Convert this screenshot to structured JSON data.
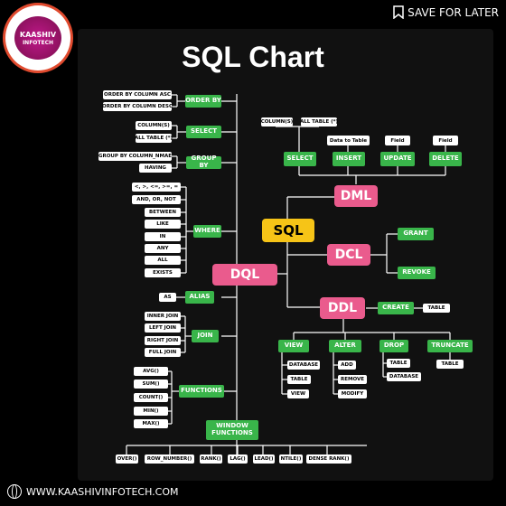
{
  "logo": {
    "line1": "KAASHIV",
    "line2": "INFOTECH"
  },
  "save_label": "SAVE FOR LATER",
  "title": "SQL Chart",
  "footer": "WWW.KAASHIVINFOTECH.COM",
  "center": "SQL",
  "categories": {
    "dml": "DML",
    "dcl": "DCL",
    "ddl": "DDL",
    "dql": "DQL"
  },
  "dml": {
    "select": {
      "label": "SELECT",
      "children": [
        "COLUMN(S)",
        "ALL TABLE (*)"
      ]
    },
    "insert": {
      "label": "INSERT",
      "child": "Data to Table"
    },
    "update": {
      "label": "UPDATE",
      "child": "Field"
    },
    "delete": {
      "label": "DELETE",
      "child": "Field"
    }
  },
  "dcl": {
    "grant": "GRANT",
    "revoke": "REVOKE"
  },
  "ddl": {
    "create": {
      "label": "CREATE",
      "child": "TABLE"
    },
    "view": {
      "label": "VIEW",
      "children": [
        "DATABASE",
        "TABLE",
        "VIEW"
      ]
    },
    "alter": {
      "label": "ALTER",
      "children": [
        "ADD",
        "REMOVE",
        "MODIFY"
      ]
    },
    "drop": {
      "label": "DROP",
      "children": [
        "TABLE",
        "DATABASE"
      ]
    },
    "truncate": {
      "label": "TRUNCATE",
      "children": [
        "TABLE"
      ]
    }
  },
  "dql": {
    "order_by": {
      "label": "ORDER BY",
      "children": [
        "ORDER BY COLUMN ASC",
        "ORDER BY COLUMN DESC"
      ]
    },
    "select": {
      "label": "SELECT",
      "children": [
        "COLUMN(S)",
        "ALL TABLE (*)"
      ]
    },
    "group_by": {
      "label": "GROUP BY",
      "children": [
        "GROUP BY COLUMN_NMAE",
        "HAVING"
      ]
    },
    "where": {
      "label": "WHERE",
      "children": [
        "<, >, <=, >=, =",
        "AND, OR, NOT",
        "BETWEEN",
        "LIKE",
        "IN",
        "ANY",
        "ALL",
        "EXISTS"
      ]
    },
    "alias": {
      "label": "ALIAS",
      "child": "AS"
    },
    "join": {
      "label": "JOIN",
      "children": [
        "INNER JOIN",
        "LEFT JOIN",
        "RIGHT JOIN",
        "FULL JOIN"
      ]
    },
    "functions": {
      "label": "FUNCTIONS",
      "children": [
        "AVG()",
        "SUM()",
        "COUNT()",
        "MIN()",
        "MAX()"
      ]
    },
    "window": {
      "label": "WINDOW FUNCTIONS",
      "children": [
        "OVER()",
        "ROW_NUMBER()",
        "RANK()",
        "LAG()",
        "LEAD()",
        "NTILE()",
        "DENSE RANK()"
      ]
    }
  }
}
